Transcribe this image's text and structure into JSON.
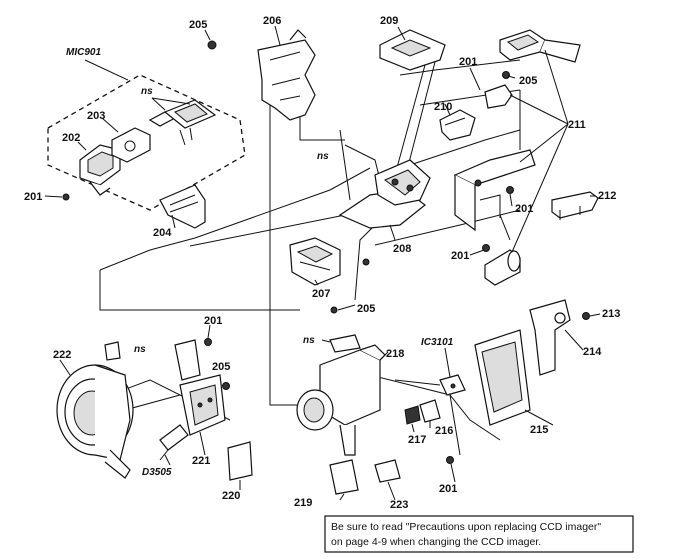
{
  "labels": {
    "mic901": "MIC901",
    "ic3101": "IC3101",
    "d3505": "D3505",
    "ns": "ns",
    "p201": "201",
    "p202": "202",
    "p203": "203",
    "p204": "204",
    "p205": "205",
    "p206": "206",
    "p207": "207",
    "p208": "208",
    "p209": "209",
    "p210": "210",
    "p211": "211",
    "p212": "212",
    "p213": "213",
    "p214": "214",
    "p215": "215",
    "p216": "216",
    "p217": "217",
    "p218": "218",
    "p219": "219",
    "p220": "220",
    "p221": "221",
    "p222": "222",
    "p223": "223"
  },
  "note": {
    "line1": "Be sure to read \"Precautions upon replacing CCD imager\"",
    "line2": "on page 4-9 when changing the CCD imager."
  }
}
